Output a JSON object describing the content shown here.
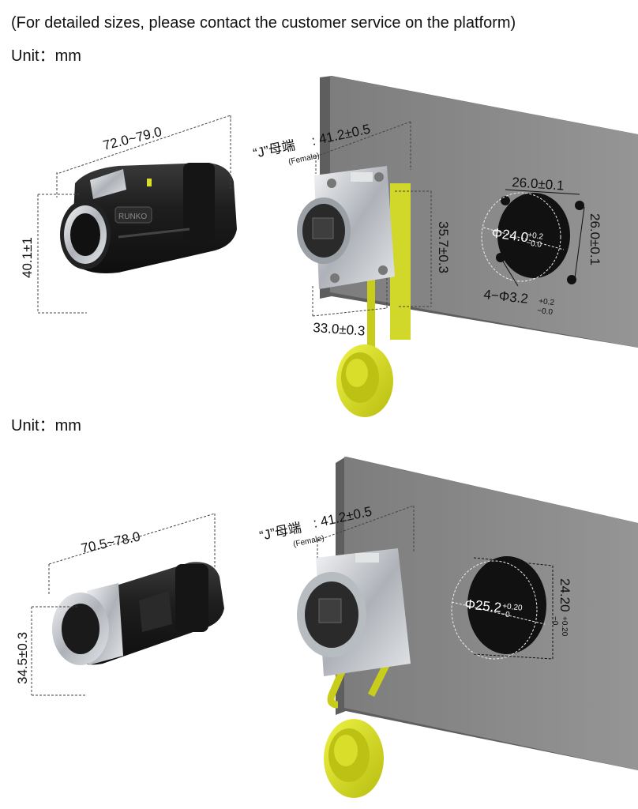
{
  "header": {
    "note": "(For detailed sizes, please contact the customer service on the platform)",
    "unit_top": "Unit：mm",
    "unit_bottom": "Unit：mm"
  },
  "top": {
    "plug_length": "72.0~79.0",
    "plug_diameter": "40.1±1",
    "socket_label": "“J”母端",
    "socket_label_sub": "(Female)",
    "socket_depth": ": 41.2±0.5",
    "flange_height": "35.7±0.3",
    "flange_width": "33.0±0.3",
    "panel_hole_spacing_h": "26.0±0.1",
    "panel_hole_spacing_v": "26.0±0.1",
    "panel_center_hole": "Φ24.0",
    "panel_center_tol_plus": "+0.2",
    "panel_center_tol_minus": "−0.0",
    "panel_mount_holes": "4−Φ3.2",
    "panel_mount_tol_plus": "+0.2",
    "panel_mount_tol_minus": "−0.0"
  },
  "bottom": {
    "plug_length": "70.5~78.0",
    "plug_diameter": "34.5±0.3",
    "socket_label": "“J”母端",
    "socket_label_sub": "(Female)",
    "socket_depth": ": 41.2±0.5",
    "panel_hole": "Φ25.2",
    "panel_hole_tol_plus": "+0.20",
    "panel_hole_tol_minus": "−0",
    "panel_flat": "24.20",
    "panel_flat_tol_plus": "+0.20",
    "panel_flat_tol_minus": "−0"
  },
  "colors": {
    "panel": "#8c8c8c",
    "panel_edge": "#5a5a5a",
    "plug_body": "#1c1c1c",
    "metal": "#c9ccd0",
    "cap_yellow": "#d8de2a"
  }
}
